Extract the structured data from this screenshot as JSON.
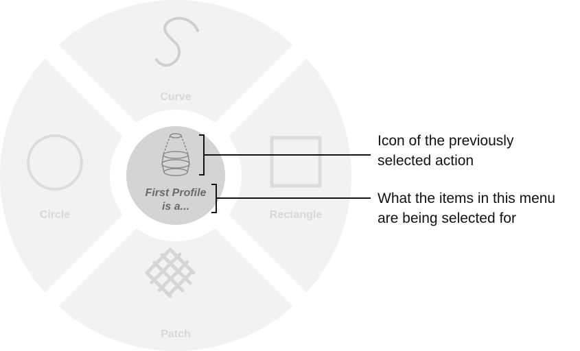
{
  "pie_menu": {
    "segments": {
      "top": {
        "label": "Curve",
        "icon": "curve-s-icon"
      },
      "right": {
        "label": "Rectangle",
        "icon": "rectangle-icon"
      },
      "bottom": {
        "label": "Patch",
        "icon": "patch-grid-icon"
      },
      "left": {
        "label": "Circle",
        "icon": "circle-icon"
      }
    },
    "center": {
      "icon": "loft-profile-icon",
      "line1": "First Profile",
      "line2": "is a..."
    }
  },
  "callouts": {
    "icon": {
      "line1": "Icon of the previously",
      "line2": "selected action"
    },
    "prompt": {
      "line1": "What the items in this menu",
      "line2": "are being selected for"
    }
  },
  "colors": {
    "segment_fill": "#f2f2f2",
    "segment_label": "#d8d8d8",
    "segment_icon": "#cfcfcf",
    "center_fill": "#d4d4d4",
    "center_text": "#6a6a6a",
    "callout_text": "#111111"
  }
}
